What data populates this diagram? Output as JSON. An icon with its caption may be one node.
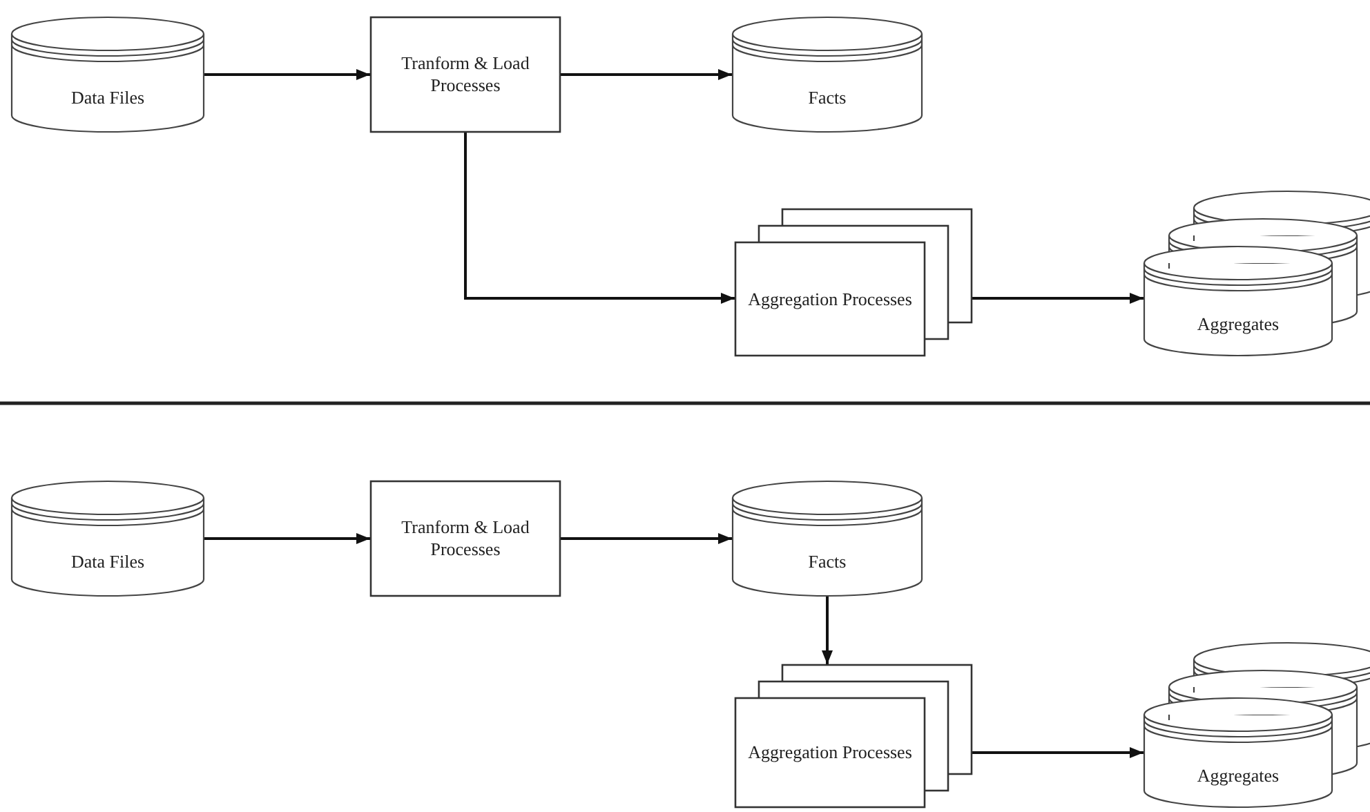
{
  "diagram": {
    "nodes": [
      {
        "text": [
          "Data Files"
        ]
      },
      {
        "text": [
          "Tranform & Load Processes"
        ]
      },
      {
        "text": [
          "Facts"
        ]
      },
      {
        "text": [
          "Aggregation Processes"
        ]
      },
      {
        "text": [
          "Aggregates"
        ]
      },
      {
        "text": [
          "Data Files"
        ]
      },
      {
        "text": [
          "Tranform & Load Processes"
        ]
      },
      {
        "text": [
          "Facts"
        ]
      },
      {
        "text": [
          "Aggregation Processes"
        ]
      },
      {
        "text": [
          "Aggregates"
        ]
      }
    ],
    "edges": [
      {
        "from": 0,
        "to": 1,
        "arrow": "to"
      },
      {
        "from": 1,
        "to": 2,
        "arrow": "to"
      },
      {
        "from": 1,
        "to": 3,
        "arrow": "to"
      },
      {
        "from": 3,
        "to": 4,
        "arrow": "to"
      },
      {
        "from": 5,
        "to": 6,
        "arrow": "to"
      },
      {
        "from": 6,
        "to": 7,
        "arrow": "to"
      },
      {
        "from": 7,
        "to": 8,
        "arrow": "to"
      },
      {
        "from": 8,
        "to": 9,
        "arrow": "to"
      }
    ]
  }
}
